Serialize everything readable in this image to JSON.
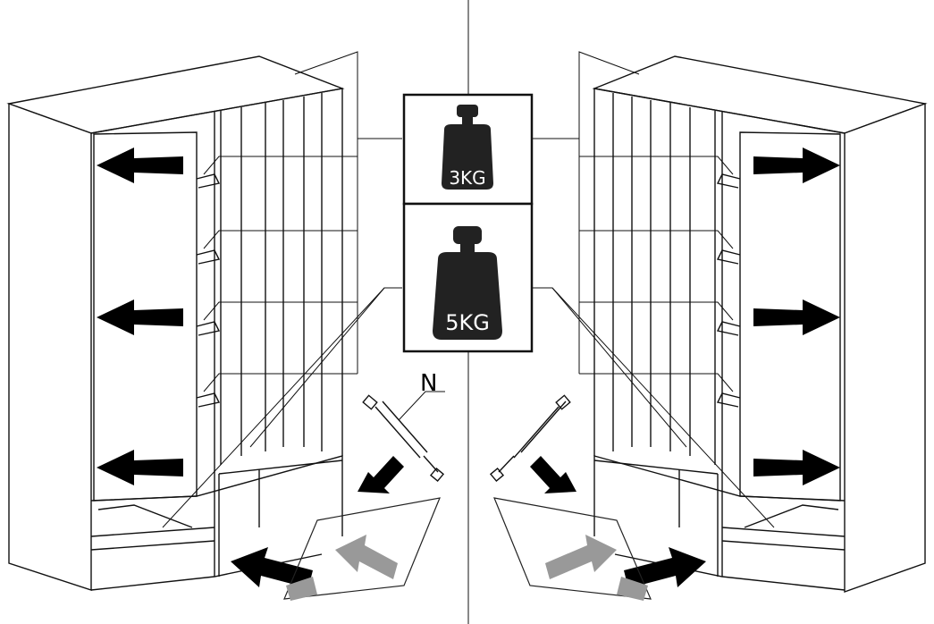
{
  "weights": {
    "top": {
      "label": "3KG",
      "value": 3,
      "unit": "KG"
    },
    "bottom": {
      "label": "5KG",
      "value": 5,
      "unit": "KG"
    }
  },
  "parts": {
    "gas_spring": {
      "label": "N"
    }
  },
  "colors": {
    "line": "#111111",
    "arrow_load": "#000000",
    "arrow_glass": "#999999",
    "weight_body": "#222222"
  }
}
